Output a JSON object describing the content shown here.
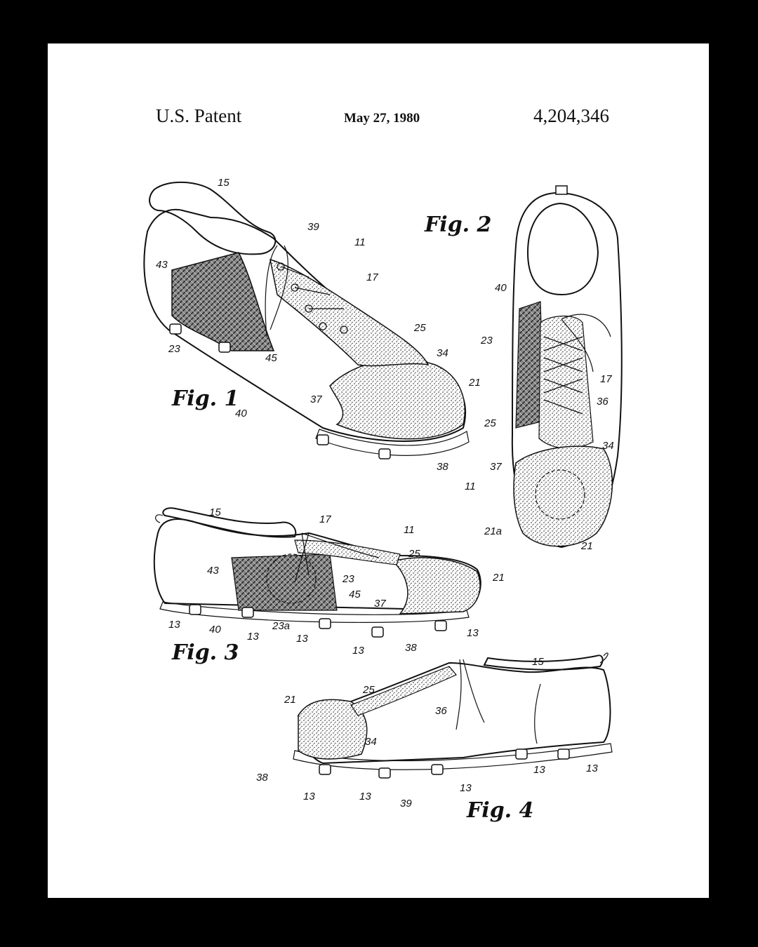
{
  "header": {
    "left": "U.S. Patent",
    "date": "May 27, 1980",
    "number": "4,204,346"
  },
  "figures": [
    {
      "label": "Fig. 1"
    },
    {
      "label": "Fig. 2"
    },
    {
      "label": "Fig. 3"
    },
    {
      "label": "Fig. 4"
    }
  ],
  "refs": {
    "f1": [
      "15",
      "39",
      "11",
      "17",
      "43",
      "25",
      "34",
      "23",
      "45",
      "21",
      "37",
      "40",
      "38"
    ],
    "f2": [
      "40",
      "23",
      "17",
      "36",
      "25",
      "34",
      "37",
      "11",
      "21a",
      "21"
    ],
    "f3": [
      "15",
      "17",
      "11",
      "25",
      "43",
      "23",
      "21",
      "45",
      "37",
      "13",
      "40",
      "23a",
      "13",
      "13",
      "13",
      "38",
      "13"
    ],
    "f4": [
      "15",
      "25",
      "21",
      "36",
      "34",
      "38",
      "13",
      "13",
      "13",
      "39",
      "13",
      "13"
    ]
  },
  "colors": {
    "frame": "#000000",
    "paper": "#ffffff",
    "ink": "#111111"
  }
}
